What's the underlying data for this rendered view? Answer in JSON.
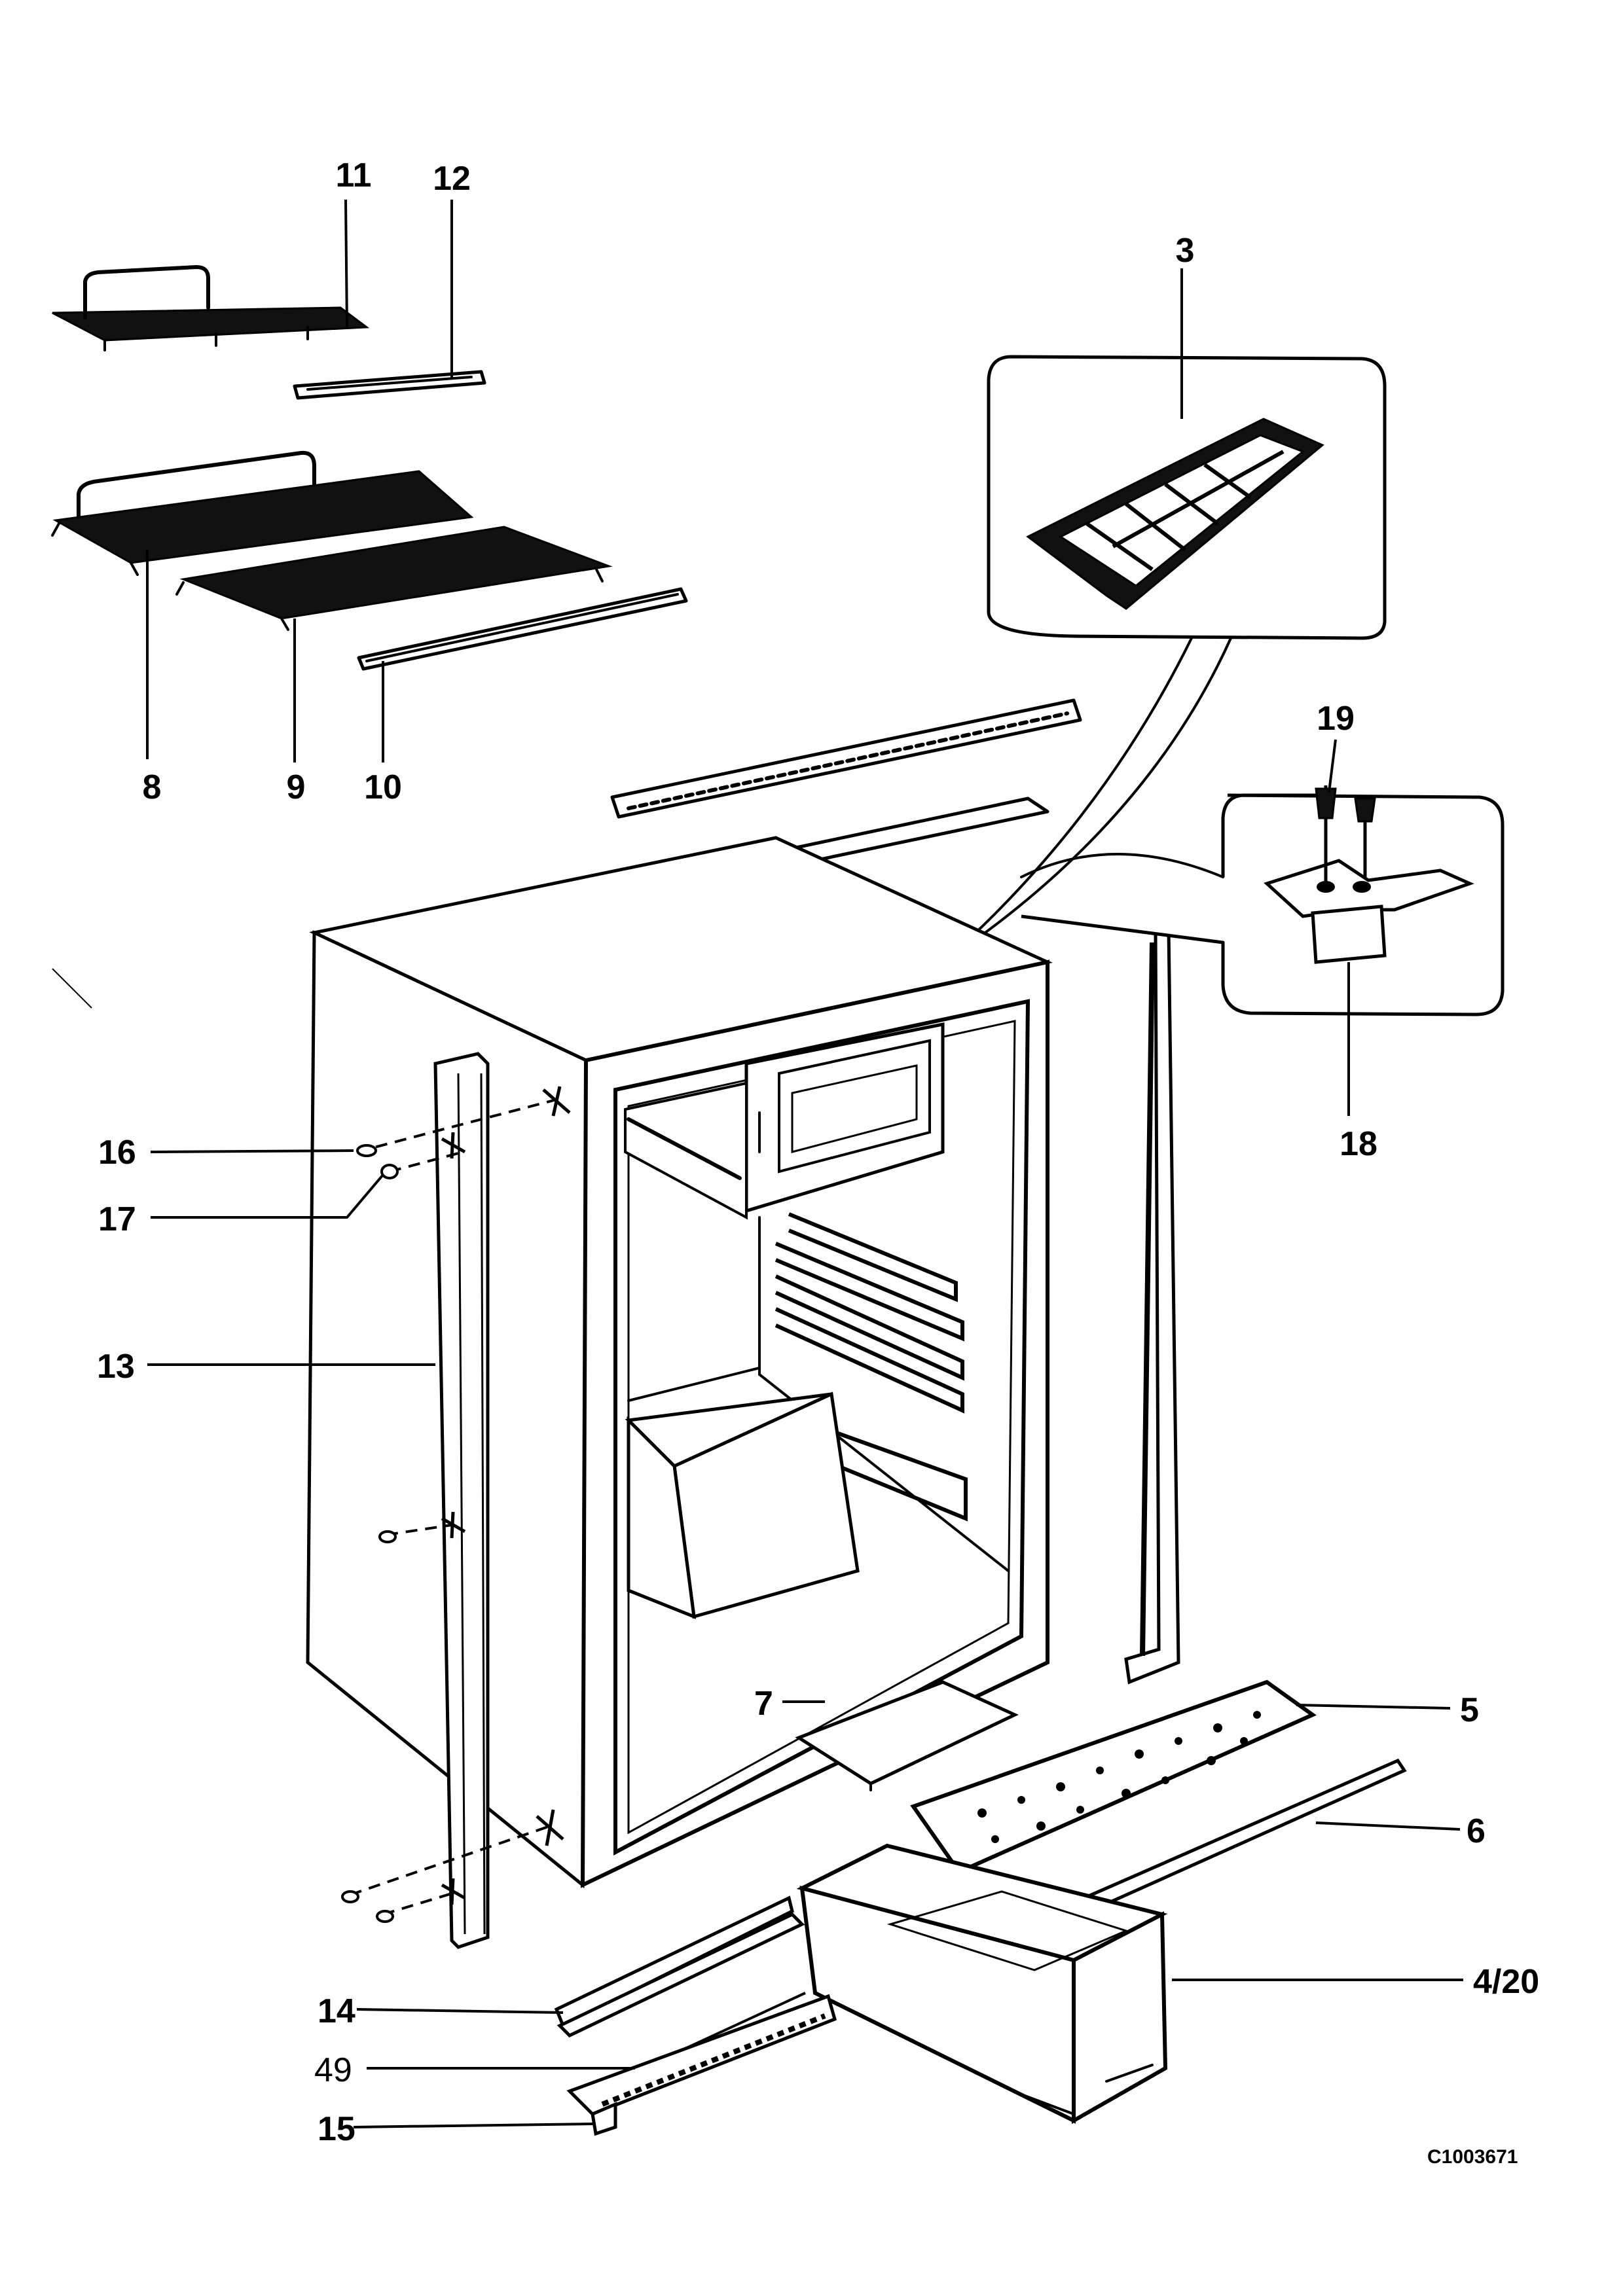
{
  "callouts": {
    "c3": "3",
    "c4_20": "4/20",
    "c5": "5",
    "c6": "6",
    "c7": "7",
    "c8": "8",
    "c9": "9",
    "c10": "10",
    "c11": "11",
    "c12": "12",
    "c13": "13",
    "c14": "14",
    "c15": "15",
    "c16": "16",
    "c17": "17",
    "c18": "18",
    "c19": "19",
    "c49": "49"
  },
  "drawing_code": "C1003671"
}
